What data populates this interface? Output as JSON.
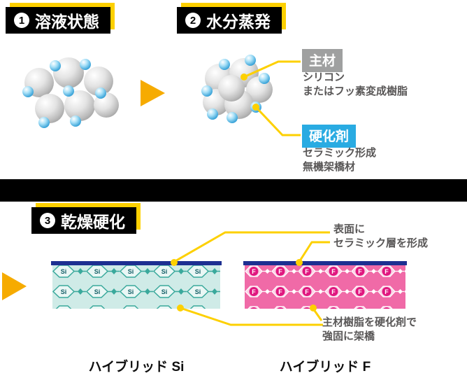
{
  "steps": [
    {
      "number": "1",
      "label": "溶液状態"
    },
    {
      "number": "2",
      "label": "水分蒸発"
    },
    {
      "number": "3",
      "label": "乾燥硬化"
    }
  ],
  "top_annotations": {
    "main_material": {
      "title": "主材",
      "lines": [
        "シリコン",
        "またはフッ素変成樹脂"
      ]
    },
    "hardener": {
      "title": "硬化剤",
      "lines": [
        "セラミック形成",
        "無機架橋材"
      ]
    }
  },
  "bottom_annotations": {
    "surface": {
      "lines": [
        "表面に",
        "セラミック層を形成"
      ]
    },
    "crosslink": {
      "lines": [
        "主材樹脂を硬化剤で",
        "強固に架橋"
      ]
    }
  },
  "textures": {
    "si": {
      "unit": "Si",
      "caption": "ハイブリッド Si"
    },
    "f": {
      "unit": "F",
      "caption": "ハイブリッド F"
    }
  },
  "colors": {
    "accent_yellow": "#fdd000",
    "arrow_orange": "#f6ab00",
    "ceramic_bar_blue": "#1d2f91",
    "hardener_blue": "#29abe2",
    "main_material_gray": "#9fa0a0",
    "si_teal": "#3aa99c",
    "f_pink": "#e0177f",
    "text_gray": "#595757"
  }
}
